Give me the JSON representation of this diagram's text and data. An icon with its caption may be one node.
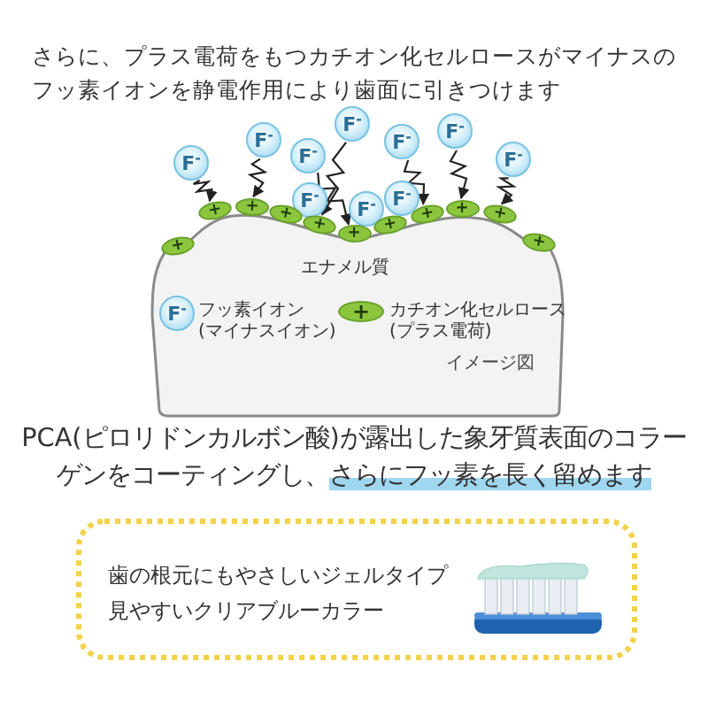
{
  "diagram": {
    "title": "さらに、プラス電荷をもつカチオン化セルロースがマイナスのフッ素イオンを静電作用により歯面に引きつけます",
    "nodes": [
      {
        "text": [
          "F$^{-}$"
        ]
      },
      {
        "text": [
          "F$^{-}$"
        ]
      },
      {
        "text": [
          "F$^{-}$"
        ]
      },
      {
        "text": [
          "F$^{-}$"
        ]
      },
      {
        "text": [
          "F$^{-}$"
        ]
      },
      {
        "text": [
          "F$^{-}$"
        ]
      },
      {
        "text": [
          "F$^{-}$"
        ]
      },
      {
        "text": [
          "F$^{-}$"
        ]
      },
      {
        "text": [
          "F$^{-}$"
        ]
      },
      {
        "text": [
          "F$^{-}$"
        ]
      },
      {
        "text": [
          "+"
        ]
      },
      {
        "text": [
          "+"
        ]
      },
      {
        "text": [
          "+"
        ]
      },
      {
        "text": [
          "+"
        ]
      },
      {
        "text": [
          "+"
        ]
      },
      {
        "text": [
          "+"
        ]
      },
      {
        "text": [
          "+"
        ]
      },
      {
        "text": [
          "+"
        ]
      },
      {
        "text": [
          "+"
        ]
      },
      {
        "text": [
          "+"
        ]
      },
      {
        "text": [
          "+"
        ]
      },
      {
        "text": [
          "エナメル質"
        ]
      },
      {
        "text": [
          "F$^{-}$"
        ],
        "beside": [
          "フッ素イオン(マイナスイオン)"
        ],
        "in": 21
      },
      {
        "text": [
          "+"
        ],
        "beside": [
          "カチオン化セルロース(プラス電荷)"
        ],
        "in": 21
      },
      {
        "text": [
          "歯の根元にもやさしいジェルタイプ",
          "見やすいクリアブルーカラー"
        ]
      }
    ],
    "edges": [
      {
        "from": 0,
        "to": 14,
        "arrow": "to"
      },
      {
        "from": 1,
        "to": 18,
        "arrow": "to"
      },
      {
        "from": 2,
        "to": 12,
        "arrow": "to"
      },
      {
        "from": 3,
        "to": 17,
        "arrow": "to"
      },
      {
        "from": 4,
        "to": 15,
        "arrow": "to"
      },
      {
        "from": 5,
        "to": 19,
        "arrow": "to"
      },
      {
        "from": 6,
        "to": 11,
        "arrow": "to"
      }
    ],
    "labels": [
      "イメージ図",
      "PCA(ピロリドンカルボン酸)が露出した象牙質表面のコラーゲンをコーティングし、",
      "さらにフッ素を長く留めます"
    ]
  }
}
